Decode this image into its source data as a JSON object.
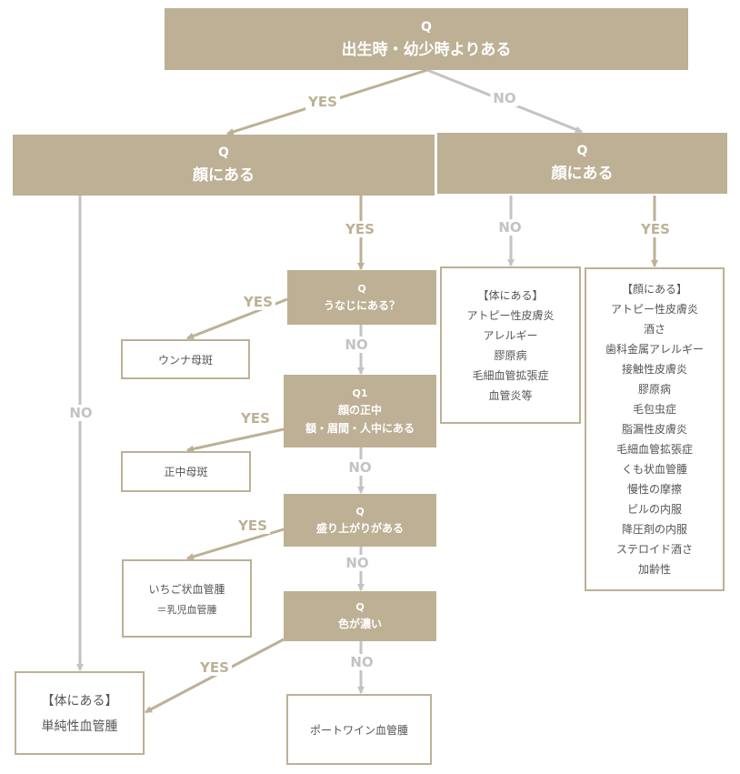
{
  "colors": {
    "accent": "#BDB095",
    "gray": "#C3C3C3",
    "text": "#555555"
  },
  "edge_labels": {
    "yes": "YES",
    "no": "NO"
  },
  "questions": {
    "q1": {
      "tag": "Q",
      "text": "出生時・幼少時よりある"
    },
    "q2_left": {
      "tag": "Q",
      "text": "顔にある"
    },
    "q2_right": {
      "tag": "Q",
      "text": "顔にある"
    },
    "q_nape": {
      "tag": "Q",
      "text": "うなじにある？"
    },
    "q_mid": {
      "tag": "Q1",
      "line1": "顔の正中",
      "line2": "額・眉間・人中にある"
    },
    "q_raised": {
      "tag": "Q",
      "text": "盛り上がりがある"
    },
    "q_dark": {
      "tag": "Q",
      "text": "色が濃い"
    }
  },
  "results": {
    "unna": "ウンナ母斑",
    "midline": "正中母斑",
    "strawberry": {
      "line1": "いちご状血管腫",
      "line2": "＝乳児血管腫"
    },
    "simple": {
      "line1": "【体にある】",
      "line2": "単純性血管腫"
    },
    "portwine": "ポートワイン血管腫",
    "body_list": {
      "header": "【体にある】",
      "items": [
        "アトピー性皮膚炎",
        "アレルギー",
        "膠原病",
        "毛細血管拡張症",
        "血管炎等"
      ]
    },
    "face_list": {
      "header": "【顔にある】",
      "items": [
        "アトピー性皮膚炎",
        "酒さ",
        "歯科金属アレルギー",
        "接触性皮膚炎",
        "膠原病",
        "毛包虫症",
        "脂漏性皮膚炎",
        "毛細血管拡張症",
        "くも状血管腫",
        "慢性の摩擦",
        "ピルの内服",
        "降圧剤の内服",
        "ステロイド酒さ",
        "加齢性"
      ]
    }
  }
}
